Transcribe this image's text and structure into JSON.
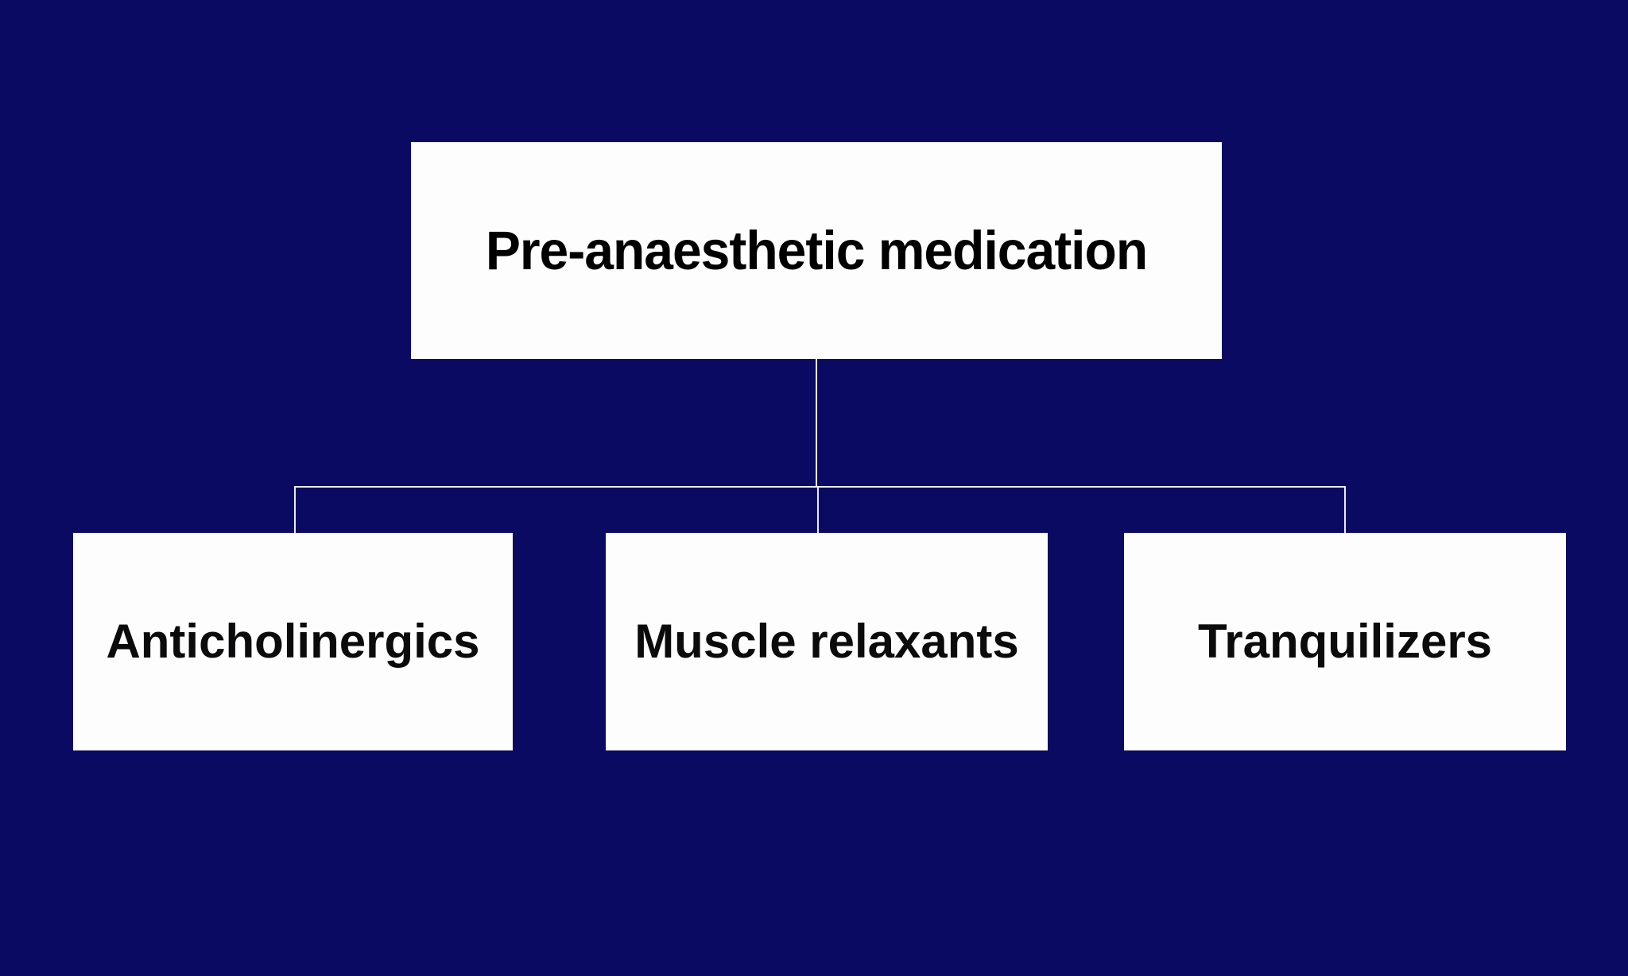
{
  "diagram": {
    "title": "Pre-anaesthetic medication",
    "root": {
      "label": "Pre-anaesthetic medication"
    },
    "children": [
      {
        "label": "Anticholinergics"
      },
      {
        "label": "Muscle relaxants"
      },
      {
        "label": "Tranquilizers"
      }
    ]
  },
  "colors": {
    "background": "#0a0a62",
    "box_fill": "#fdfdfe",
    "box_text": "#0b0b0b",
    "title_text": "#000000",
    "connector": "#e8ebf4"
  }
}
